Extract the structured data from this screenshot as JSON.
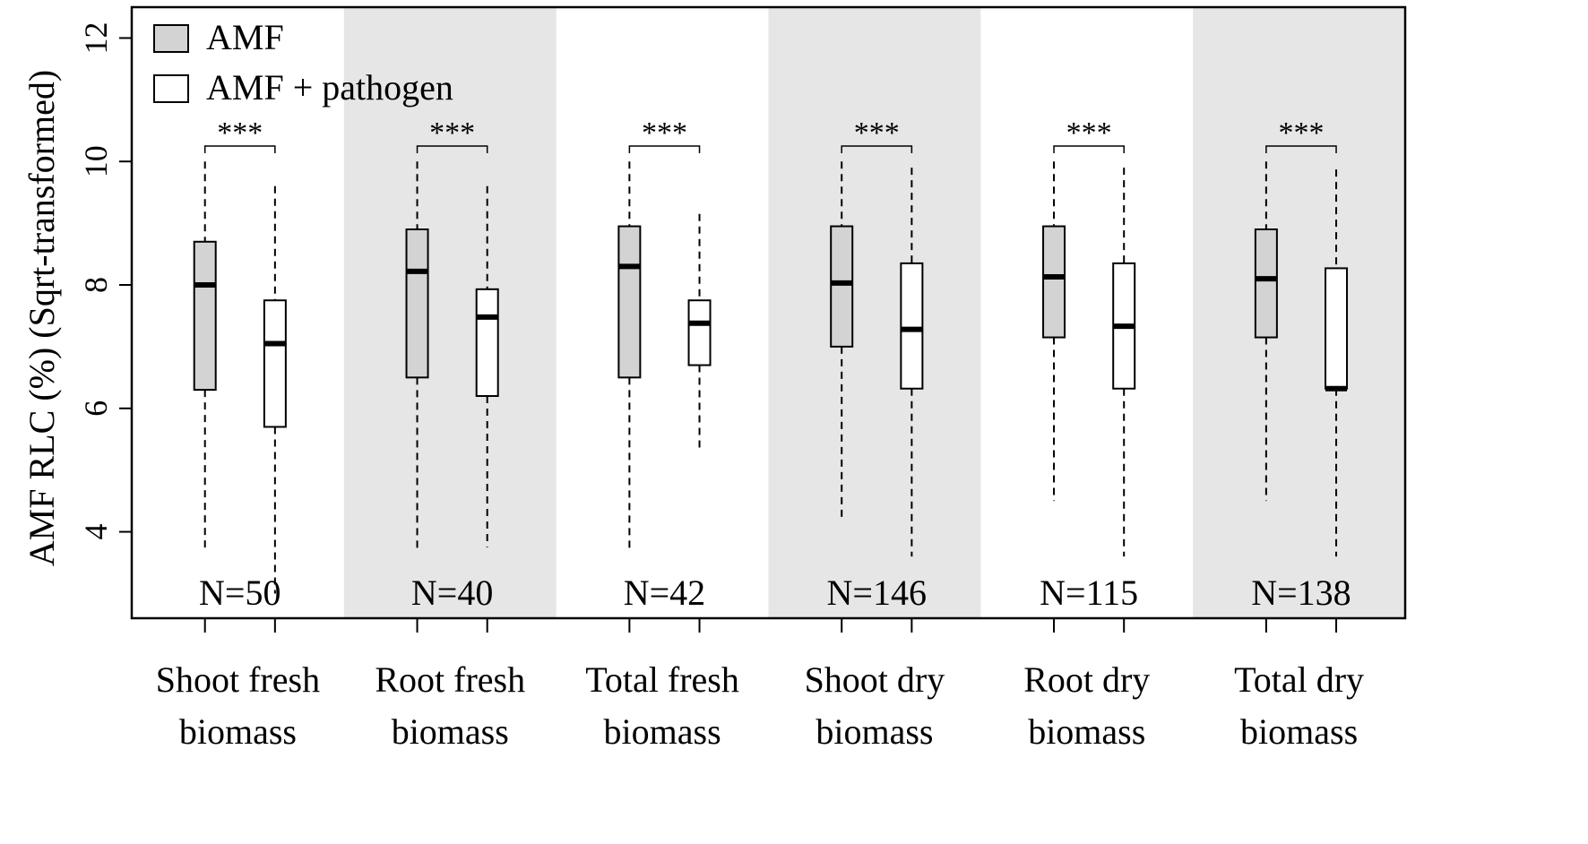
{
  "chart_data": {
    "type": "boxplot",
    "ylabel": "AMF RLC (%) (Sqrt-transformed)",
    "ylim": [
      2.6,
      12.5
    ],
    "yticks": [
      4,
      6,
      8,
      10,
      12
    ],
    "legend": {
      "position": "top-left",
      "entries": [
        {
          "label": "AMF",
          "fill": "#d3d3d3"
        },
        {
          "label": "AMF + pathogen",
          "fill": "#ffffff"
        }
      ]
    },
    "panel_shading": "#e6e6e6",
    "groups": [
      {
        "label_line1": "Shoot fresh",
        "label_line2": "biomass",
        "n_label": "N=50",
        "signif": "***",
        "shaded": false,
        "boxes": [
          {
            "series": "AMF",
            "whisker_low": 3.7,
            "q1": 6.3,
            "median": 8.0,
            "q3": 8.7,
            "whisker_high": 10.0
          },
          {
            "series": "AMF + pathogen",
            "whisker_low": 3.0,
            "q1": 5.7,
            "median": 7.05,
            "q3": 7.75,
            "whisker_high": 9.6
          }
        ]
      },
      {
        "label_line1": "Root fresh",
        "label_line2": "biomass",
        "n_label": "N=40",
        "signif": "***",
        "shaded": true,
        "boxes": [
          {
            "series": "AMF",
            "whisker_low": 3.7,
            "q1": 6.5,
            "median": 8.22,
            "q3": 8.9,
            "whisker_high": 10.0
          },
          {
            "series": "AMF + pathogen",
            "whisker_low": 3.75,
            "q1": 6.2,
            "median": 7.48,
            "q3": 7.93,
            "whisker_high": 9.6
          }
        ]
      },
      {
        "label_line1": "Total fresh",
        "label_line2": "biomass",
        "n_label": "N=42",
        "signif": "***",
        "shaded": false,
        "boxes": [
          {
            "series": "AMF",
            "whisker_low": 3.7,
            "q1": 6.5,
            "median": 8.3,
            "q3": 8.95,
            "whisker_high": 10.0
          },
          {
            "series": "AMF + pathogen",
            "whisker_low": 5.3,
            "q1": 6.7,
            "median": 7.38,
            "q3": 7.75,
            "whisker_high": 9.15
          }
        ]
      },
      {
        "label_line1": "Shoot dry",
        "label_line2": "biomass",
        "n_label": "N=146",
        "signif": "***",
        "shaded": true,
        "boxes": [
          {
            "series": "AMF",
            "whisker_low": 4.2,
            "q1": 7.0,
            "median": 8.03,
            "q3": 8.95,
            "whisker_high": 10.0
          },
          {
            "series": "AMF + pathogen",
            "whisker_low": 3.6,
            "q1": 6.32,
            "median": 7.28,
            "q3": 8.35,
            "whisker_high": 9.9
          }
        ]
      },
      {
        "label_line1": "Root dry",
        "label_line2": "biomass",
        "n_label": "N=115",
        "signif": "***",
        "shaded": false,
        "boxes": [
          {
            "series": "AMF",
            "whisker_low": 4.5,
            "q1": 7.15,
            "median": 8.13,
            "q3": 8.95,
            "whisker_high": 10.0
          },
          {
            "series": "AMF + pathogen",
            "whisker_low": 3.6,
            "q1": 6.32,
            "median": 7.33,
            "q3": 8.35,
            "whisker_high": 9.9
          }
        ]
      },
      {
        "label_line1": "Total dry",
        "label_line2": "biomass",
        "n_label": "N=138",
        "signif": "***",
        "shaded": true,
        "boxes": [
          {
            "series": "AMF",
            "whisker_low": 4.5,
            "q1": 7.15,
            "median": 8.1,
            "q3": 8.9,
            "whisker_high": 10.0
          },
          {
            "series": "AMF + pathogen",
            "whisker_low": 3.6,
            "q1": 6.32,
            "median": 6.32,
            "q3": 8.27,
            "whisker_high": 9.87
          }
        ]
      }
    ]
  }
}
